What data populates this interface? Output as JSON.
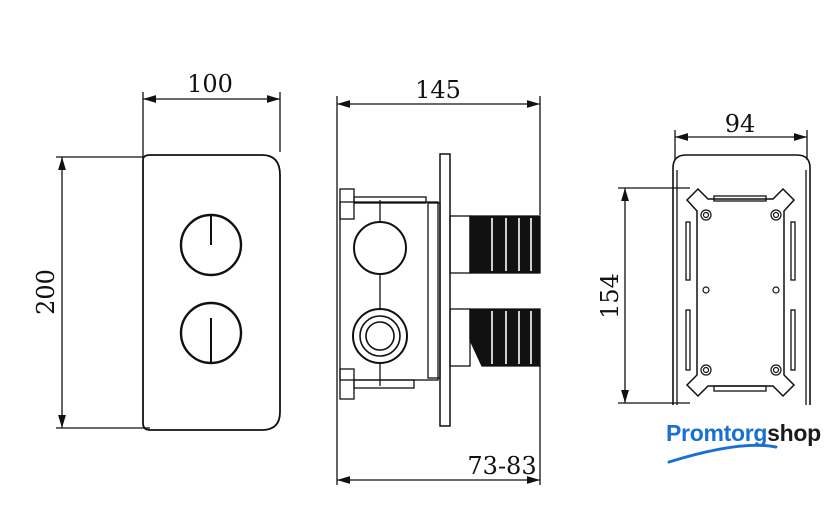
{
  "dimensions": {
    "front_width": "100",
    "front_height": "200",
    "side_depth": "145",
    "side_install_depth": "73-83",
    "back_width": "94",
    "back_height": "154"
  },
  "logo": {
    "part1": "Promtorg",
    "part2": "shop"
  },
  "colors": {
    "line": "#111111",
    "logo_blue": "#1a6fd4",
    "logo_dark": "#1b1b1b"
  }
}
